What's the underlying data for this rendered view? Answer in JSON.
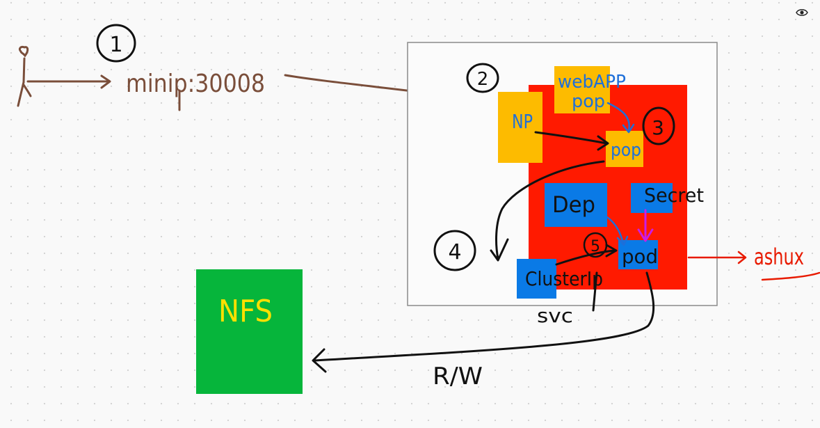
{
  "labels": {
    "step1": "1",
    "step2": "2",
    "step3": "3",
    "step4": "4",
    "step5": "5",
    "node_ip": "minip:30008",
    "nodeport": "NP",
    "webapp_pod": "webAPP pop",
    "pod_top": "pop",
    "deployment": "Dep",
    "secret": "Secret",
    "pod_bottom": "pod",
    "cluster_ip": "ClusterIp",
    "svc": "svc",
    "nfs": "NFS",
    "rw": "R/W",
    "output": "ashux"
  },
  "colors": {
    "canvas_bg": "#f9f9f9",
    "brown_ink": "#7a4e3a",
    "node_red": "#ff1a00",
    "yellow_box": "#fdbb00",
    "blue_box": "#0a7ae6",
    "blue_ink": "#1e6fd9",
    "nfs_green": "#06b53b",
    "nfs_text": "#ffe000",
    "magenta_arrow": "#c81ee8",
    "black_ink": "#111111",
    "frame_gray": "#8a8a8a"
  },
  "icons": {
    "toolbar": "eye-icon",
    "user": "stick-figure-icon"
  }
}
